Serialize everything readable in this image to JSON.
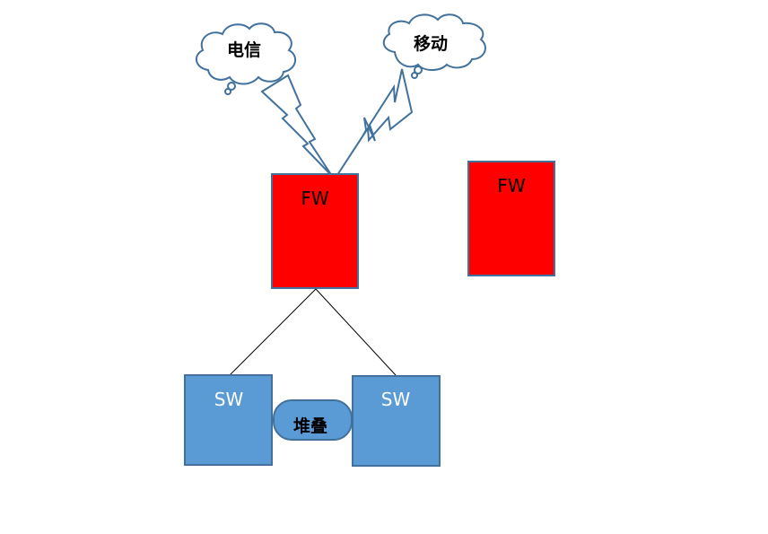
{
  "diagram": {
    "clouds": [
      {
        "id": "telecom",
        "label": "电信"
      },
      {
        "id": "mobile",
        "label": "移动"
      }
    ],
    "firewalls": [
      {
        "id": "fw1",
        "label": "FW",
        "state": "connected"
      },
      {
        "id": "fw2",
        "label": "FW",
        "state": "standalone"
      }
    ],
    "switches": [
      {
        "id": "sw1",
        "label": "SW"
      },
      {
        "id": "sw2",
        "label": "SW"
      }
    ],
    "stack_link": {
      "label": "堆叠"
    },
    "links": [
      {
        "from": "telecom",
        "to": "fw1",
        "type": "lightning"
      },
      {
        "from": "mobile",
        "to": "fw1",
        "type": "lightning"
      },
      {
        "from": "fw1",
        "to": "sw1",
        "type": "line"
      },
      {
        "from": "fw1",
        "to": "sw2",
        "type": "line"
      },
      {
        "from": "sw1",
        "to": "sw2",
        "type": "stack"
      }
    ],
    "colors": {
      "firewall_fill": "#ff0000",
      "switch_fill": "#5b9bd5",
      "outline": "#41719c",
      "cloud_fill": "#ffffff",
      "line": "#000000"
    }
  }
}
